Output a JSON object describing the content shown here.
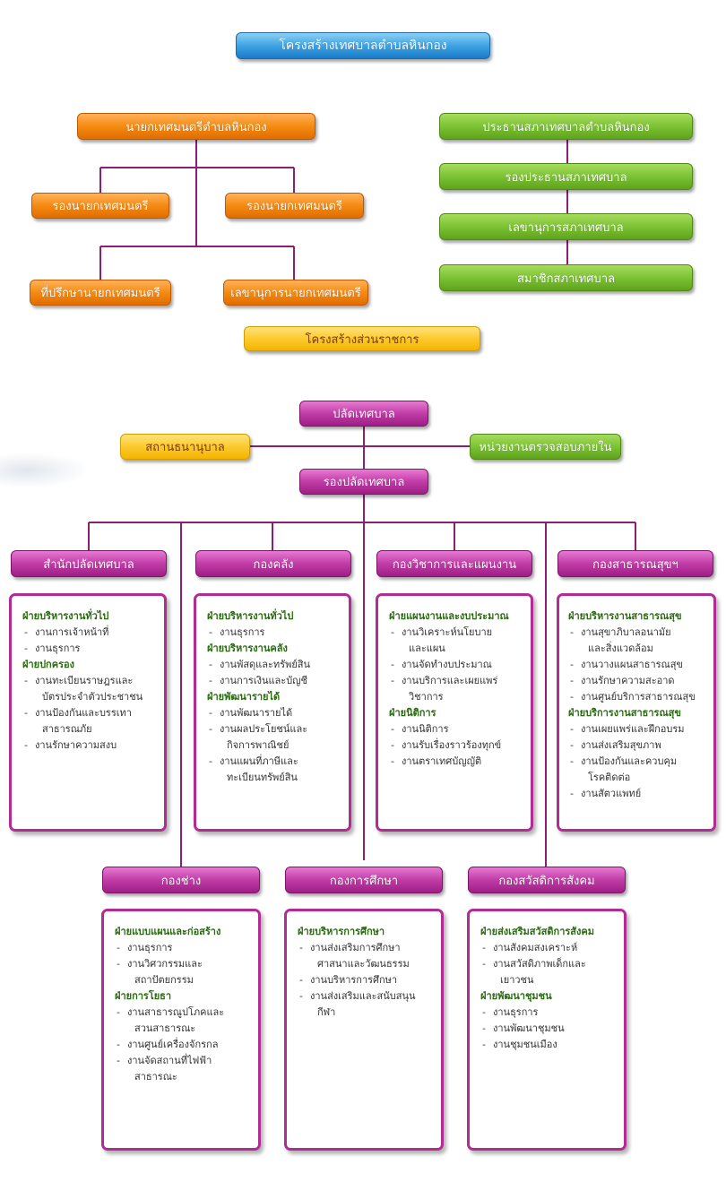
{
  "headers": {
    "muni": "โครงสร้างเทศบาลตำบลหินกอง",
    "admin": "โครงสร้างส่วนราชการ"
  },
  "mayor_side": {
    "mayor": "นายกเทศมนตรีตำบลหินกอง",
    "deputy_1": "รองนายกเทศมนตรี",
    "deputy_2": "รองนายกเทศมนตรี",
    "advisor": "ที่ปรึกษานายกเทศมนตรี",
    "secretary": "เลขานุการนายกเทศมนตรี"
  },
  "council_side": {
    "chair": "ประธานสภาเทศบาลตำบลหินกอง",
    "vice_chair": "รองประธานสภาเทศบาล",
    "secretary": "เลขานุการสภาเทศบาล",
    "members": "สมาชิกสภาเทศบาล"
  },
  "admin_top": {
    "clerk": "ปลัดเทศบาล",
    "nursery": "สถานธนานุบาล",
    "audit": "หน่วยงานตรวจสอบภายใน",
    "deputy_clerk": "รองปลัดเทศบาล"
  },
  "divisions_row1": [
    {
      "title": "สำนักปลัดเทศบาล",
      "lines": [
        {
          "k": "hd",
          "t": "ฝ่ายบริหารงานทั่วไป"
        },
        {
          "k": "it",
          "t": "งานการเจ้าหน้าที่"
        },
        {
          "k": "it",
          "t": "งานธุรการ"
        },
        {
          "k": "hd",
          "t": "ฝ่ายปกครอง"
        },
        {
          "k": "it",
          "t": "งานทะเบียนราษฎรและ"
        },
        {
          "k": "ct",
          "t": "บัตรประจำตัวประชาชน"
        },
        {
          "k": "it",
          "t": "งานป้องกันและบรรเทา"
        },
        {
          "k": "ct",
          "t": "สาธารณภัย"
        },
        {
          "k": "it",
          "t": "งานรักษาความสงบ"
        }
      ]
    },
    {
      "title": "กองคลัง",
      "lines": [
        {
          "k": "hd",
          "t": "ฝ่ายบริหารงานทั่วไป"
        },
        {
          "k": "it",
          "t": "งานธุรการ"
        },
        {
          "k": "hd",
          "t": "ฝ่ายบริหารงานคลัง"
        },
        {
          "k": "it",
          "t": "งานพัสดุและทรัพย์สิน"
        },
        {
          "k": "it",
          "t": "งานการเงินและบัญชี"
        },
        {
          "k": "hd",
          "t": "ฝ่ายพัฒนารายได้"
        },
        {
          "k": "it",
          "t": "งานพัฒนารายได้"
        },
        {
          "k": "it",
          "t": "งานผลประโยชน์และ"
        },
        {
          "k": "ct",
          "t": "กิจการพาณิชย์"
        },
        {
          "k": "it",
          "t": "งานแผนที่ภาษีและ"
        },
        {
          "k": "ct",
          "t": "ทะเบียนทรัพย์สิน"
        }
      ]
    },
    {
      "title": "กองวิชาการและแผนงาน",
      "lines": [
        {
          "k": "hd",
          "t": "ฝ่ายแผนงานและงบประมาณ"
        },
        {
          "k": "it",
          "t": "งานวิเคราะห์นโยบาย"
        },
        {
          "k": "ct",
          "t": "และแผน"
        },
        {
          "k": "it",
          "t": "งานจัดทำงบประมาณ"
        },
        {
          "k": "it",
          "t": "งานบริการและเผยแพร่"
        },
        {
          "k": "ct",
          "t": "วิชาการ"
        },
        {
          "k": "hd",
          "t": "ฝ่ายนิติการ"
        },
        {
          "k": "it",
          "t": "งานนิติการ"
        },
        {
          "k": "it",
          "t": "งานรับเรื่องราวร้องทุกข์"
        },
        {
          "k": "it",
          "t": "งานตราเทศบัญญัติ"
        }
      ]
    },
    {
      "title": "กองสาธารณสุขฯ",
      "lines": [
        {
          "k": "hd",
          "t": "ฝ่ายบริหารงานสาธารณสุข"
        },
        {
          "k": "it",
          "t": "งานสุขาภิบาลอนามัย"
        },
        {
          "k": "ct",
          "t": "และสิ่งแวดล้อม"
        },
        {
          "k": "it",
          "t": "งานวางแผนสาธารณสุข"
        },
        {
          "k": "it",
          "t": "งานรักษาความสะอาด"
        },
        {
          "k": "it",
          "t": "งานศูนย์บริการสาธารณสุข"
        },
        {
          "k": "hd",
          "t": "ฝ่ายบริการงานสาธารณสุข"
        },
        {
          "k": "it",
          "t": "งานเผยแพร่และฝึกอบรม"
        },
        {
          "k": "it",
          "t": "งานส่งเสริมสุขภาพ"
        },
        {
          "k": "it",
          "t": "งานป้องกันและควบคุม"
        },
        {
          "k": "ct",
          "t": "โรคติดต่อ"
        },
        {
          "k": "it",
          "t": "งานสัตวแพทย์"
        }
      ]
    }
  ],
  "divisions_row2": [
    {
      "title": "กองช่าง",
      "lines": [
        {
          "k": "hd",
          "t": "ฝ่ายแบบแผนและก่อสร้าง"
        },
        {
          "k": "it",
          "t": "งานธุรการ"
        },
        {
          "k": "it",
          "t": "งานวิศวกรรมและ"
        },
        {
          "k": "ct",
          "t": "สถาปัตยกรรม"
        },
        {
          "k": "hd",
          "t": "ฝ่ายการโยธา"
        },
        {
          "k": "it",
          "t": "งานสาธารณูปโภคและ"
        },
        {
          "k": "ct",
          "t": "สวนสาธารณะ"
        },
        {
          "k": "it",
          "t": "งานศูนย์เครื่องจักรกล"
        },
        {
          "k": "it",
          "t": "งานจัดสถานที่ไฟฟ้า"
        },
        {
          "k": "ct",
          "t": "สาธารณะ"
        }
      ]
    },
    {
      "title": "กองการศึกษา",
      "lines": [
        {
          "k": "hd",
          "t": "ฝ่ายบริหารการศึกษา"
        },
        {
          "k": "it",
          "t": "งานส่งเสริมการศึกษา"
        },
        {
          "k": "ct",
          "t": "ศาสนาและวัฒนธรรม"
        },
        {
          "k": "it",
          "t": "งานบริหารการศึกษา"
        },
        {
          "k": "it",
          "t": "งานส่งเสริมและสนับสนุน"
        },
        {
          "k": "ct",
          "t": "กีฬา"
        }
      ]
    },
    {
      "title": "กองสวัสดิการสังคม",
      "lines": [
        {
          "k": "hd",
          "t": "ฝ่ายส่งเสริมสวัสดิการสังคม"
        },
        {
          "k": "it",
          "t": "งานสังคมสงเคราะห์"
        },
        {
          "k": "it",
          "t": "งานสวัสดิภาพเด็กและ"
        },
        {
          "k": "ct",
          "t": "เยาวชน"
        },
        {
          "k": "hd",
          "t": "ฝ่ายพัฒนาชุมชน"
        },
        {
          "k": "it",
          "t": "งานธุรการ"
        },
        {
          "k": "it",
          "t": "งานพัฒนาชุมชน"
        },
        {
          "k": "it",
          "t": "งานชุมชนเมือง"
        }
      ]
    }
  ]
}
